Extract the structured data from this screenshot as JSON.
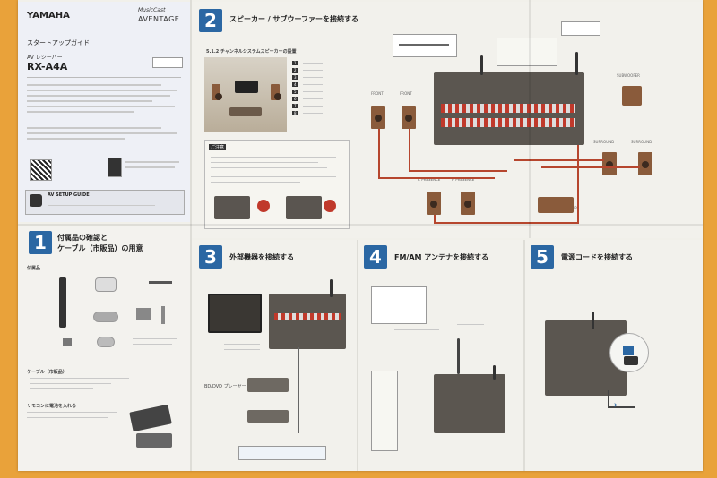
{
  "cover": {
    "brand": "YAMAHA",
    "musiccast": "MusicCast",
    "aventage": "AVENTAGE",
    "guide_title": "スタートアップガイド",
    "product_type": "AV レシーバー",
    "model": "RX-A4A",
    "app_box_title": "AV SETUP GUIDE"
  },
  "step1": {
    "number": "1",
    "title_line1": "付属品の確認と",
    "title_line2": "ケーブル（市販品）の用意",
    "accessories_label": "付属品",
    "cables_label": "ケーブル（市販品）",
    "remote_label": "リモコンに電池を入れる"
  },
  "step2": {
    "number": "2",
    "title": "スピーカー / サブウーファーを接続する",
    "system_label": "5.1.2 チャンネルシステムスピーカーの設置",
    "caution_label": "ご注意",
    "speaker_labels": [
      "FRONT",
      "FRONT",
      "SUBWOOFER",
      "SURROUND",
      "SURROUND",
      "F. PRESENCE",
      "F. PRESENCE",
      "CENTER"
    ]
  },
  "step3": {
    "number": "3",
    "title": "外部機器を接続する",
    "bd_label": "BD/DVD プレーヤー"
  },
  "step4": {
    "number": "4",
    "title": "FM/AM アンテナを接続する"
  },
  "step5": {
    "number": "5",
    "title": "電源コードを接続する"
  },
  "colors": {
    "background": "#e9a23a",
    "step_number": "#2b67a3",
    "speaker_wood": "#8a5b3b",
    "wire": "#b6462e"
  }
}
